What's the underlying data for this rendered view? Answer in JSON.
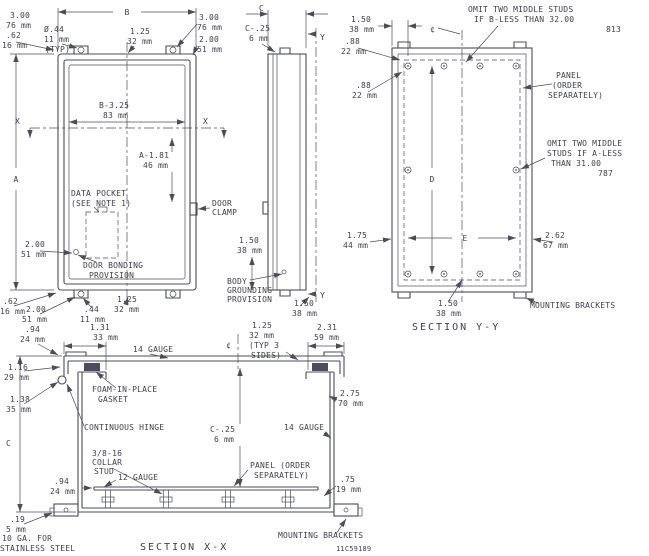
{
  "colors": {
    "line": "#4c4c5c",
    "text": "#3f3f4e",
    "background": "#ffffff"
  },
  "titles": {
    "section_yy": "SECTION Y-Y",
    "section_xx": "SECTION X-X",
    "drawing_number": "11C59189",
    "material_1": "10 GA. FOR",
    "material_2": "STAINLESS STEEL"
  },
  "front": {
    "b": "B",
    "a": "A",
    "x_left": "X",
    "x_right": "X",
    "top_left_3": {
      "in": "3.00",
      "mm": "76 mm"
    },
    "left_62": {
      "in": ".62",
      "mm": "16 mm"
    },
    "hole": {
      "dia": "Ø.44",
      "mm": "11 mm",
      "typ": "(TYP)"
    },
    "top_125": {
      "in": "1.25",
      "mm": "32 mm"
    },
    "top_right_3": {
      "in": "3.00",
      "mm": "76 mm"
    },
    "top_right_2": {
      "in": "2.00",
      "mm": "51 mm"
    },
    "b325": {
      "in": "B-3.25",
      "mm": "83 mm"
    },
    "a181": {
      "in": "A-1.81",
      "mm": "46 mm"
    },
    "data_pocket": {
      "l1": "DATA POCKET",
      "l2": "(SEE NOTE 1)"
    },
    "door_clamp": {
      "l1": "DOOR",
      "l2": "CLAMP"
    },
    "mid_left_2": {
      "in": "2.00",
      "mm": "51 mm"
    },
    "door_bonding": {
      "l1": "DOOR BONDING",
      "l2": "PROVISION"
    },
    "clamp_150": {
      "in": "1.50",
      "mm": "38 mm"
    },
    "bot_62": {
      "in": ".62",
      "mm": "16 mm"
    },
    "bot_2": {
      "in": "2.00",
      "mm": "51 mm"
    },
    "bot_44": {
      "in": ".44",
      "mm": "11 mm"
    },
    "bot_125": {
      "in": "1.25",
      "mm": "32 mm"
    }
  },
  "side": {
    "c": "C",
    "y_top": "Y",
    "y_bot": "Y",
    "c25": {
      "in": "C-.25",
      "mm": "6 mm"
    },
    "body_grounding": {
      "l1": "BODY",
      "l2": "GROUNDING",
      "l3": "PROVISION"
    },
    "bot_150": {
      "in": "1.50",
      "mm": "38 mm"
    }
  },
  "yy": {
    "d": "D",
    "e": "E",
    "cl": "¢",
    "top_150": {
      "in": "1.50",
      "mm": "38 mm"
    },
    "omit_b": {
      "l1": "OMIT TWO MIDDLE STUDS",
      "l2": "IF B-LESS THAN 32.00",
      "mm": "813"
    },
    "top_88": {
      "in": ".88",
      "mm": "22 mm"
    },
    "left_88": {
      "in": ".88",
      "mm": "22 mm"
    },
    "panel": {
      "l1": "PANEL",
      "l2": "(ORDER",
      "l3": "SEPARATELY)"
    },
    "omit_a": {
      "l1": "OMIT TWO MIDDLE",
      "l2": "STUDS IF A-LESS",
      "l3": "THAN 31.00",
      "mm": "787"
    },
    "left_175": {
      "in": "1.75",
      "mm": "44 mm"
    },
    "right_262": {
      "in": "2.62",
      "mm": "67 mm"
    },
    "bot_150": {
      "in": "1.50",
      "mm": "38 mm"
    },
    "mounting": "MOUNTING BRACKETS"
  },
  "xx": {
    "c": "C",
    "cl": "¢",
    "top_94": {
      "in": ".94",
      "mm": "24 mm"
    },
    "top_131": {
      "in": "1.31",
      "mm": "33 mm"
    },
    "gauge14_top": "14 GAUGE",
    "typ125": {
      "in": "1.25",
      "mm": "32 mm",
      "l3": "(TYP 3",
      "l4": "SIDES)"
    },
    "top_231": {
      "in": "2.31",
      "mm": "59 mm"
    },
    "left_116": {
      "in": "1.16",
      "mm": "29 mm"
    },
    "gasket": {
      "l1": "FOAM-IN-PLACE",
      "l2": "GASKET"
    },
    "right_275": {
      "in": "2.75",
      "mm": "70 mm"
    },
    "left_138": {
      "in": "1.38",
      "mm": "35 mm"
    },
    "hinge": "CONTINUOUS HINGE",
    "c25": {
      "in": "C-.25",
      "mm": "6 mm"
    },
    "gauge14_right": "14 GAUGE",
    "collar": {
      "l1": "3/8-16",
      "l2": "COLLAR",
      "l3": "STUD"
    },
    "bot_94": {
      "in": ".94",
      "mm": "24 mm"
    },
    "gauge12": "12 GAUGE",
    "panel": {
      "l1": "PANEL (ORDER",
      "l2": "SEPARATELY)"
    },
    "right_75": {
      "in": ".75",
      "mm": "19 mm"
    },
    "left_19": {
      "in": ".19",
      "mm": "5 mm"
    },
    "mounting": "MOUNTING BRACKETS"
  }
}
